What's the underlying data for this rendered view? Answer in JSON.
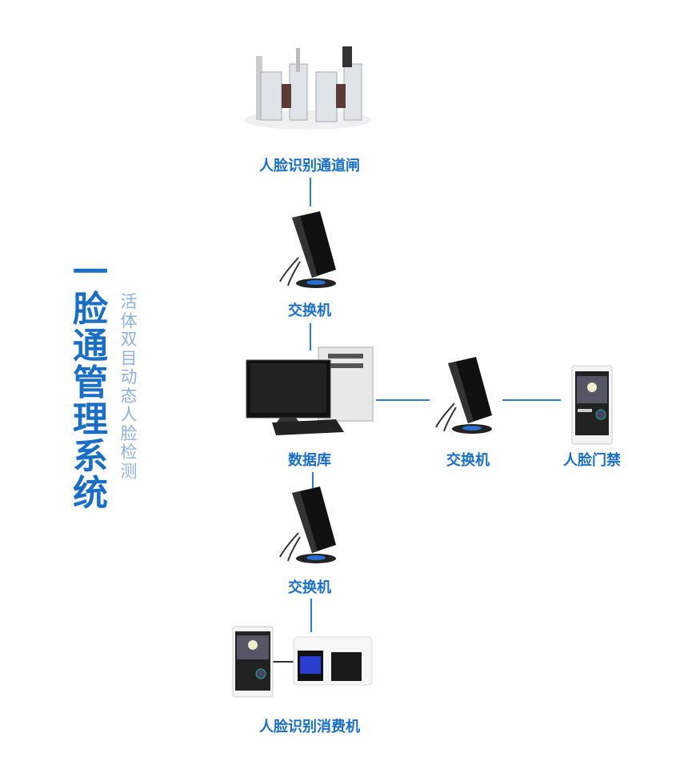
{
  "title": "一脸通管理系统",
  "subtitle": "活体双目动态人脸检测",
  "colors": {
    "accent": "#1a6fc4",
    "subtitle": "#8fb2dc",
    "connector": "#2a7fd0"
  },
  "nodes": {
    "gate": {
      "label": "人脸识别通道闸",
      "icon": "turnstile-gate-icon"
    },
    "switch_top": {
      "label": "交换机",
      "icon": "network-switch-icon"
    },
    "database": {
      "label": "数据库",
      "icon": "desktop-computer-icon"
    },
    "switch_right": {
      "label": "交换机",
      "icon": "network-switch-icon"
    },
    "face_access": {
      "label": "人脸门禁",
      "icon": "face-terminal-icon"
    },
    "switch_bottom": {
      "label": "交换机",
      "icon": "network-switch-icon"
    },
    "consumption": {
      "label": "人脸识别消费机",
      "icon": "pos-terminal-icon"
    }
  }
}
